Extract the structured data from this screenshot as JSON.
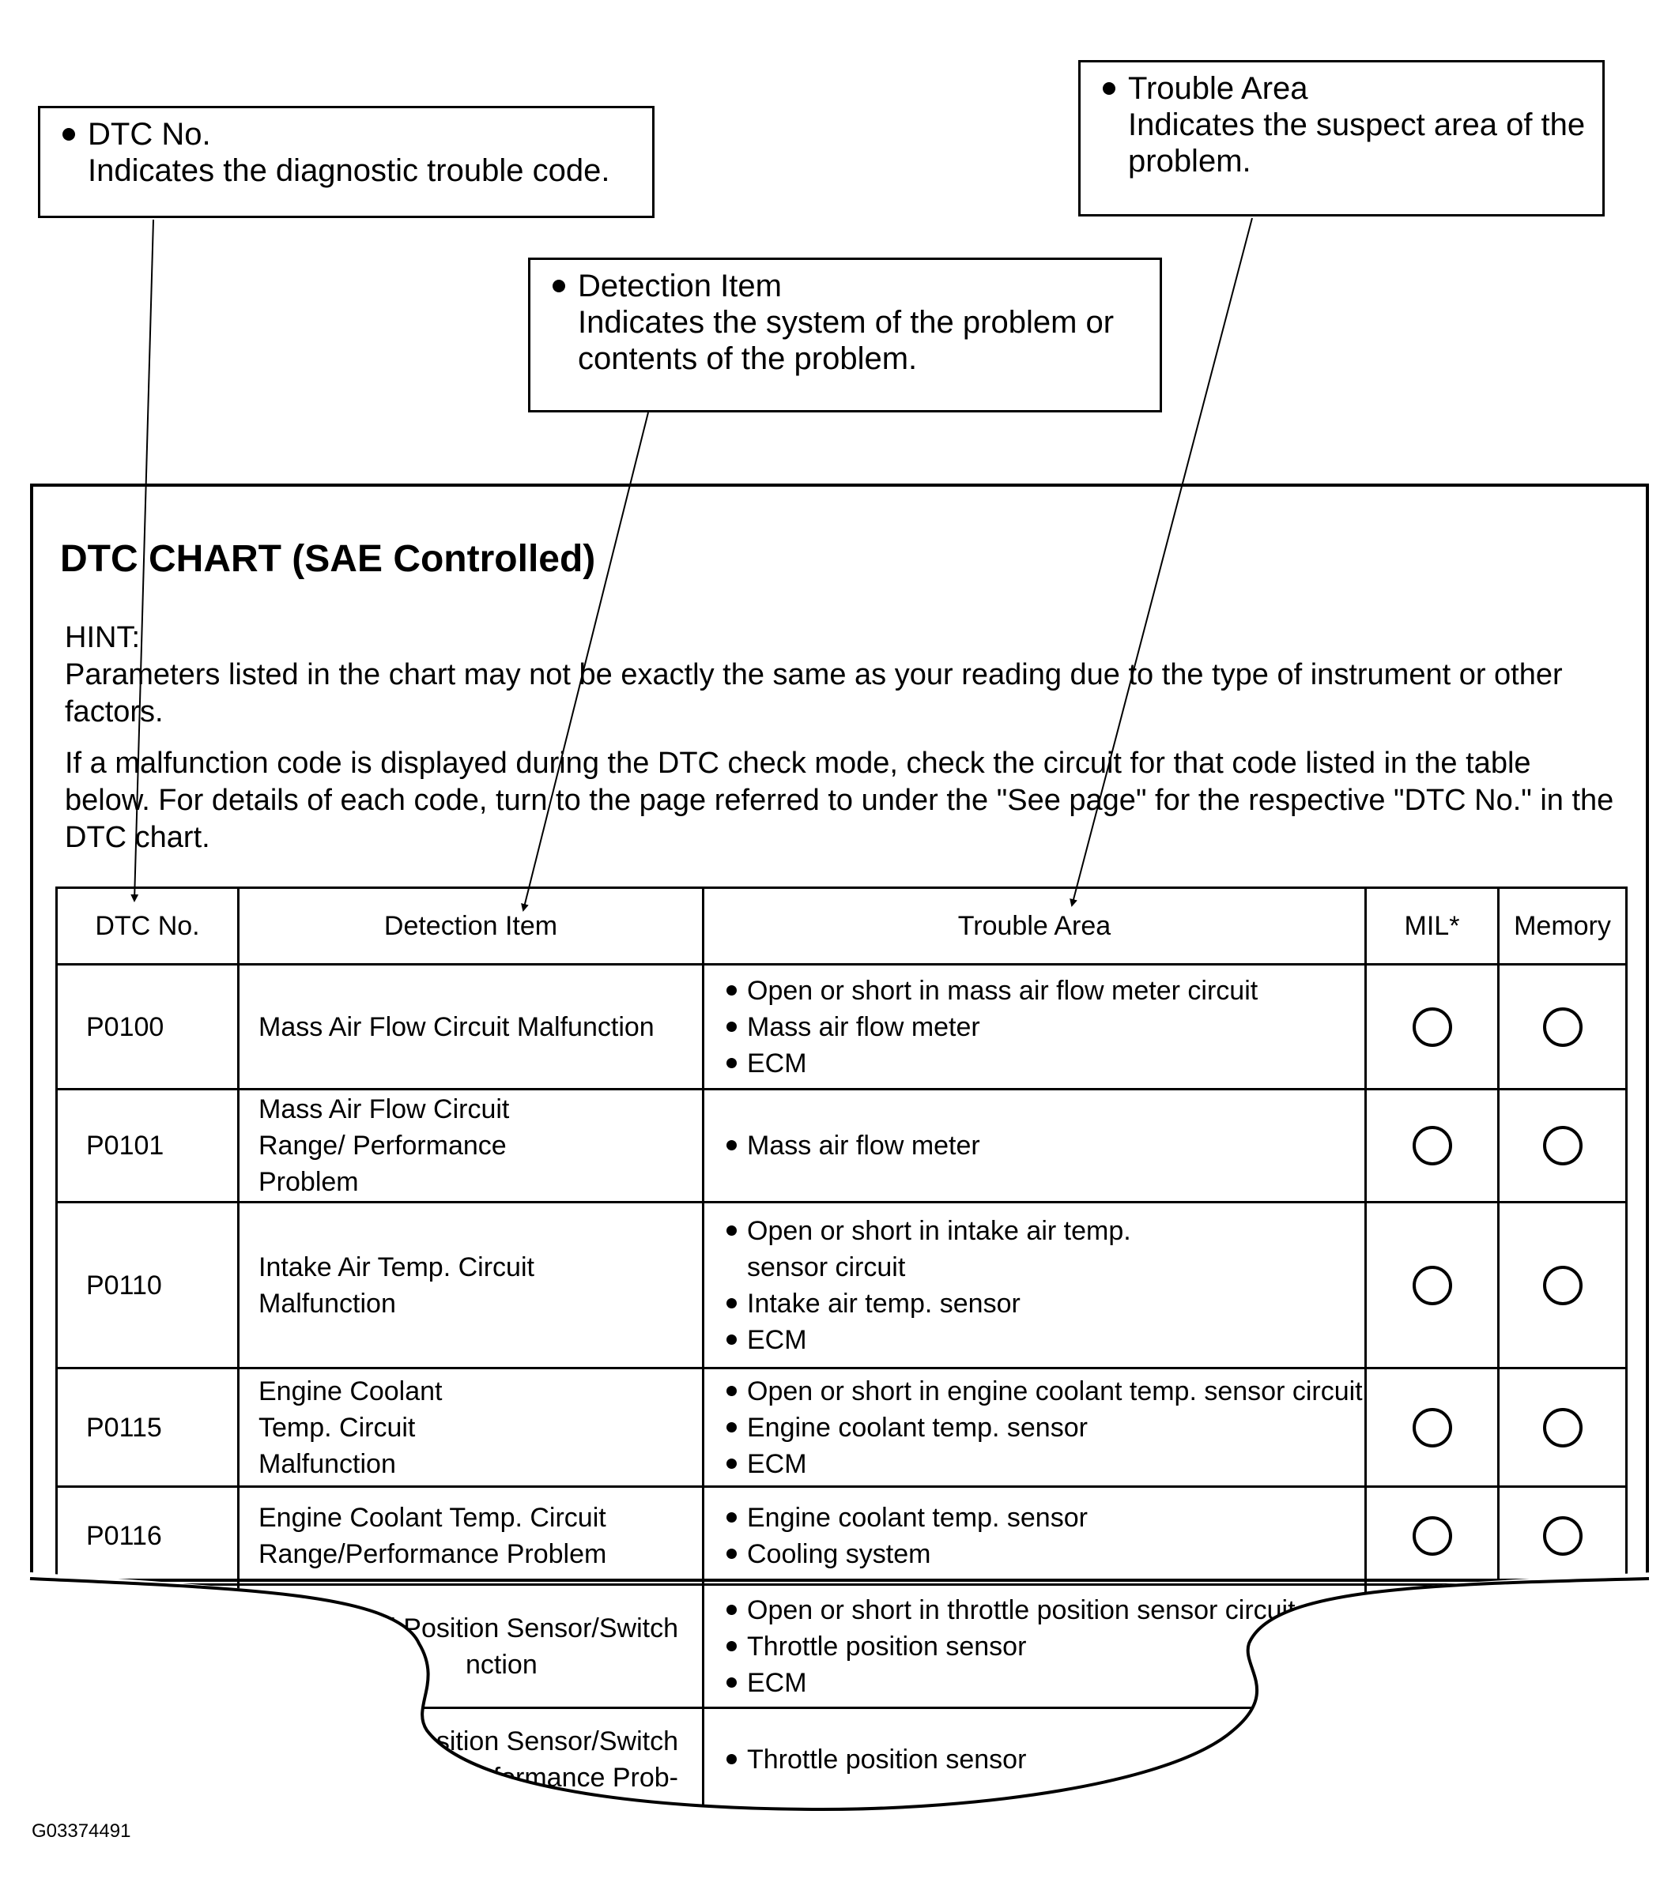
{
  "callouts": {
    "dtc_no": {
      "title": "DTC No.",
      "desc": "Indicates the diagnostic trouble code."
    },
    "detection_item": {
      "title": "Detection Item",
      "desc": "Indicates the system of the problem or contents of the problem."
    },
    "trouble_area": {
      "title": "Trouble Area",
      "desc": "Indicates the suspect area of the problem."
    }
  },
  "chart": {
    "title": "DTC CHART (SAE Controlled)",
    "hint_label": "HINT:",
    "hint_1": "Parameters listed in the chart may not be exactly the same as your reading due to the type of instrument or other factors.",
    "hint_2": "If a malfunction code is displayed during the DTC check mode, check the circuit for that code listed in the table below. For details of each code, turn to the page referred to under the \"See page\" for the respective \"DTC No.\" in the DTC chart."
  },
  "table": {
    "headers": [
      "DTC No.",
      "Detection Item",
      "Trouble Area",
      "MIL*",
      "Memory"
    ],
    "rows": [
      {
        "code": "P0100",
        "item": "Mass Air Flow Circuit Malfunction",
        "areas": [
          "Open or short in mass air flow meter circuit",
          "Mass air flow meter",
          "ECM"
        ]
      },
      {
        "code": "P0101",
        "item": "Mass Air Flow Circuit Range/ Performance Problem",
        "areas": [
          "Mass air flow meter"
        ]
      },
      {
        "code": "P0110",
        "item": "Intake Air Temp. Circuit Malfunction",
        "areas": [
          "Open or short in intake air temp. sensor circuit",
          "Intake air temp. sensor",
          "ECM"
        ]
      },
      {
        "code": "P0115",
        "item": "Engine Coolant Temp. Circuit Malfunction",
        "areas": [
          "Open or short in engine coolant temp. sensor circuit",
          "Engine coolant temp. sensor",
          "ECM"
        ]
      },
      {
        "code": "P0116",
        "item": "Engine Coolant Temp. Circuit Range/Performance Problem",
        "areas": [
          "Engine coolant temp. sensor",
          "Cooling system"
        ]
      }
    ],
    "partial_rows": [
      {
        "item": "/Pedal Position Sensor/Switch",
        "item2": "nction",
        "areas": [
          "Open or short in throttle position sensor circuit",
          "Throttle position sensor",
          "ECM"
        ]
      },
      {
        "item": "sition Sensor/Switch",
        "item2": "rformance Prob-",
        "areas": [
          "Throttle position sensor"
        ]
      }
    ]
  },
  "figure_id": "G03374491"
}
